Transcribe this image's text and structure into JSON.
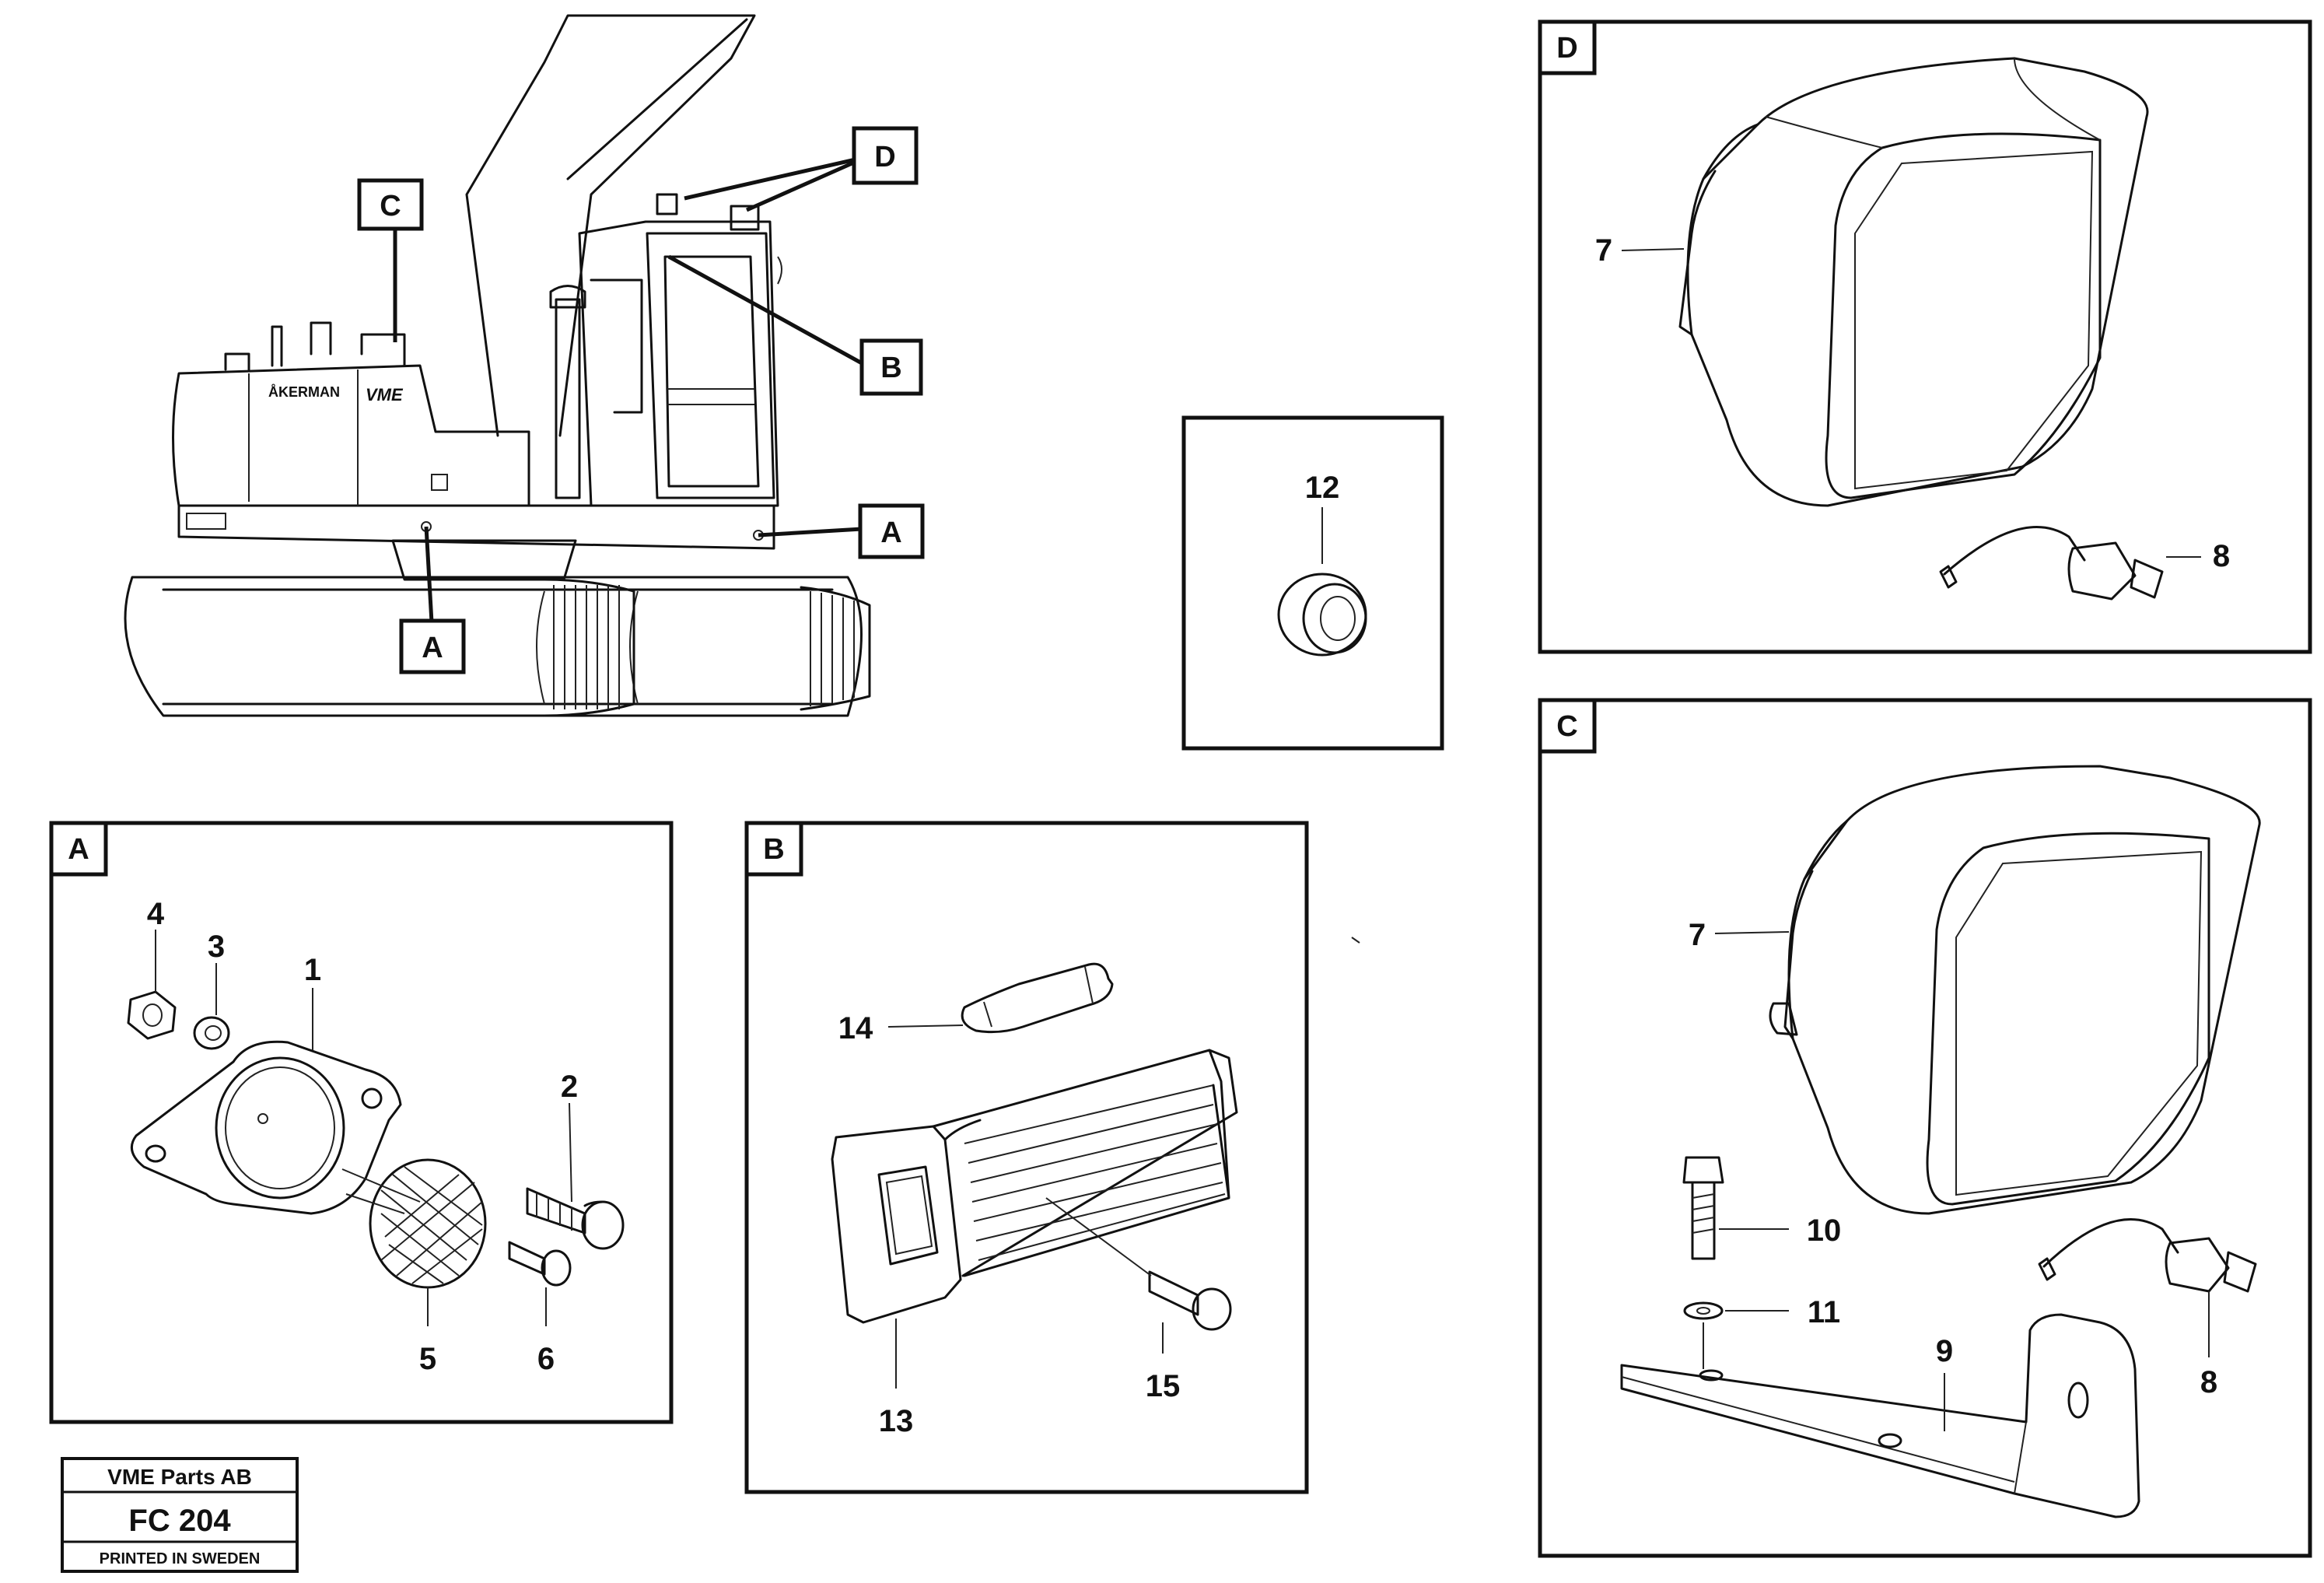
{
  "views": {
    "overview": {
      "callouts": {
        "a1": "A",
        "a2": "A",
        "b": "B",
        "c": "C",
        "d": "D"
      },
      "brand_text": "ÅKERMAN",
      "brand_logo_text": "VME"
    },
    "a": {
      "tag": "A",
      "parts": {
        "p1": "1",
        "p2": "2",
        "p3": "3",
        "p4": "4",
        "p5": "5",
        "p6": "6"
      }
    },
    "b": {
      "tag": "B",
      "parts": {
        "p13": "13",
        "p14": "14",
        "p15": "15"
      }
    },
    "c": {
      "tag": "C",
      "parts": {
        "p7": "7",
        "p8": "8",
        "p9": "9",
        "p10": "10",
        "p11": "11"
      }
    },
    "d": {
      "tag": "D",
      "parts": {
        "p7": "7",
        "p8": "8"
      }
    },
    "misc": {
      "parts": {
        "p12": "12"
      }
    }
  },
  "title_block": {
    "company": "VME Parts AB",
    "code": "FC 204",
    "printed": "PRINTED IN SWEDEN"
  }
}
